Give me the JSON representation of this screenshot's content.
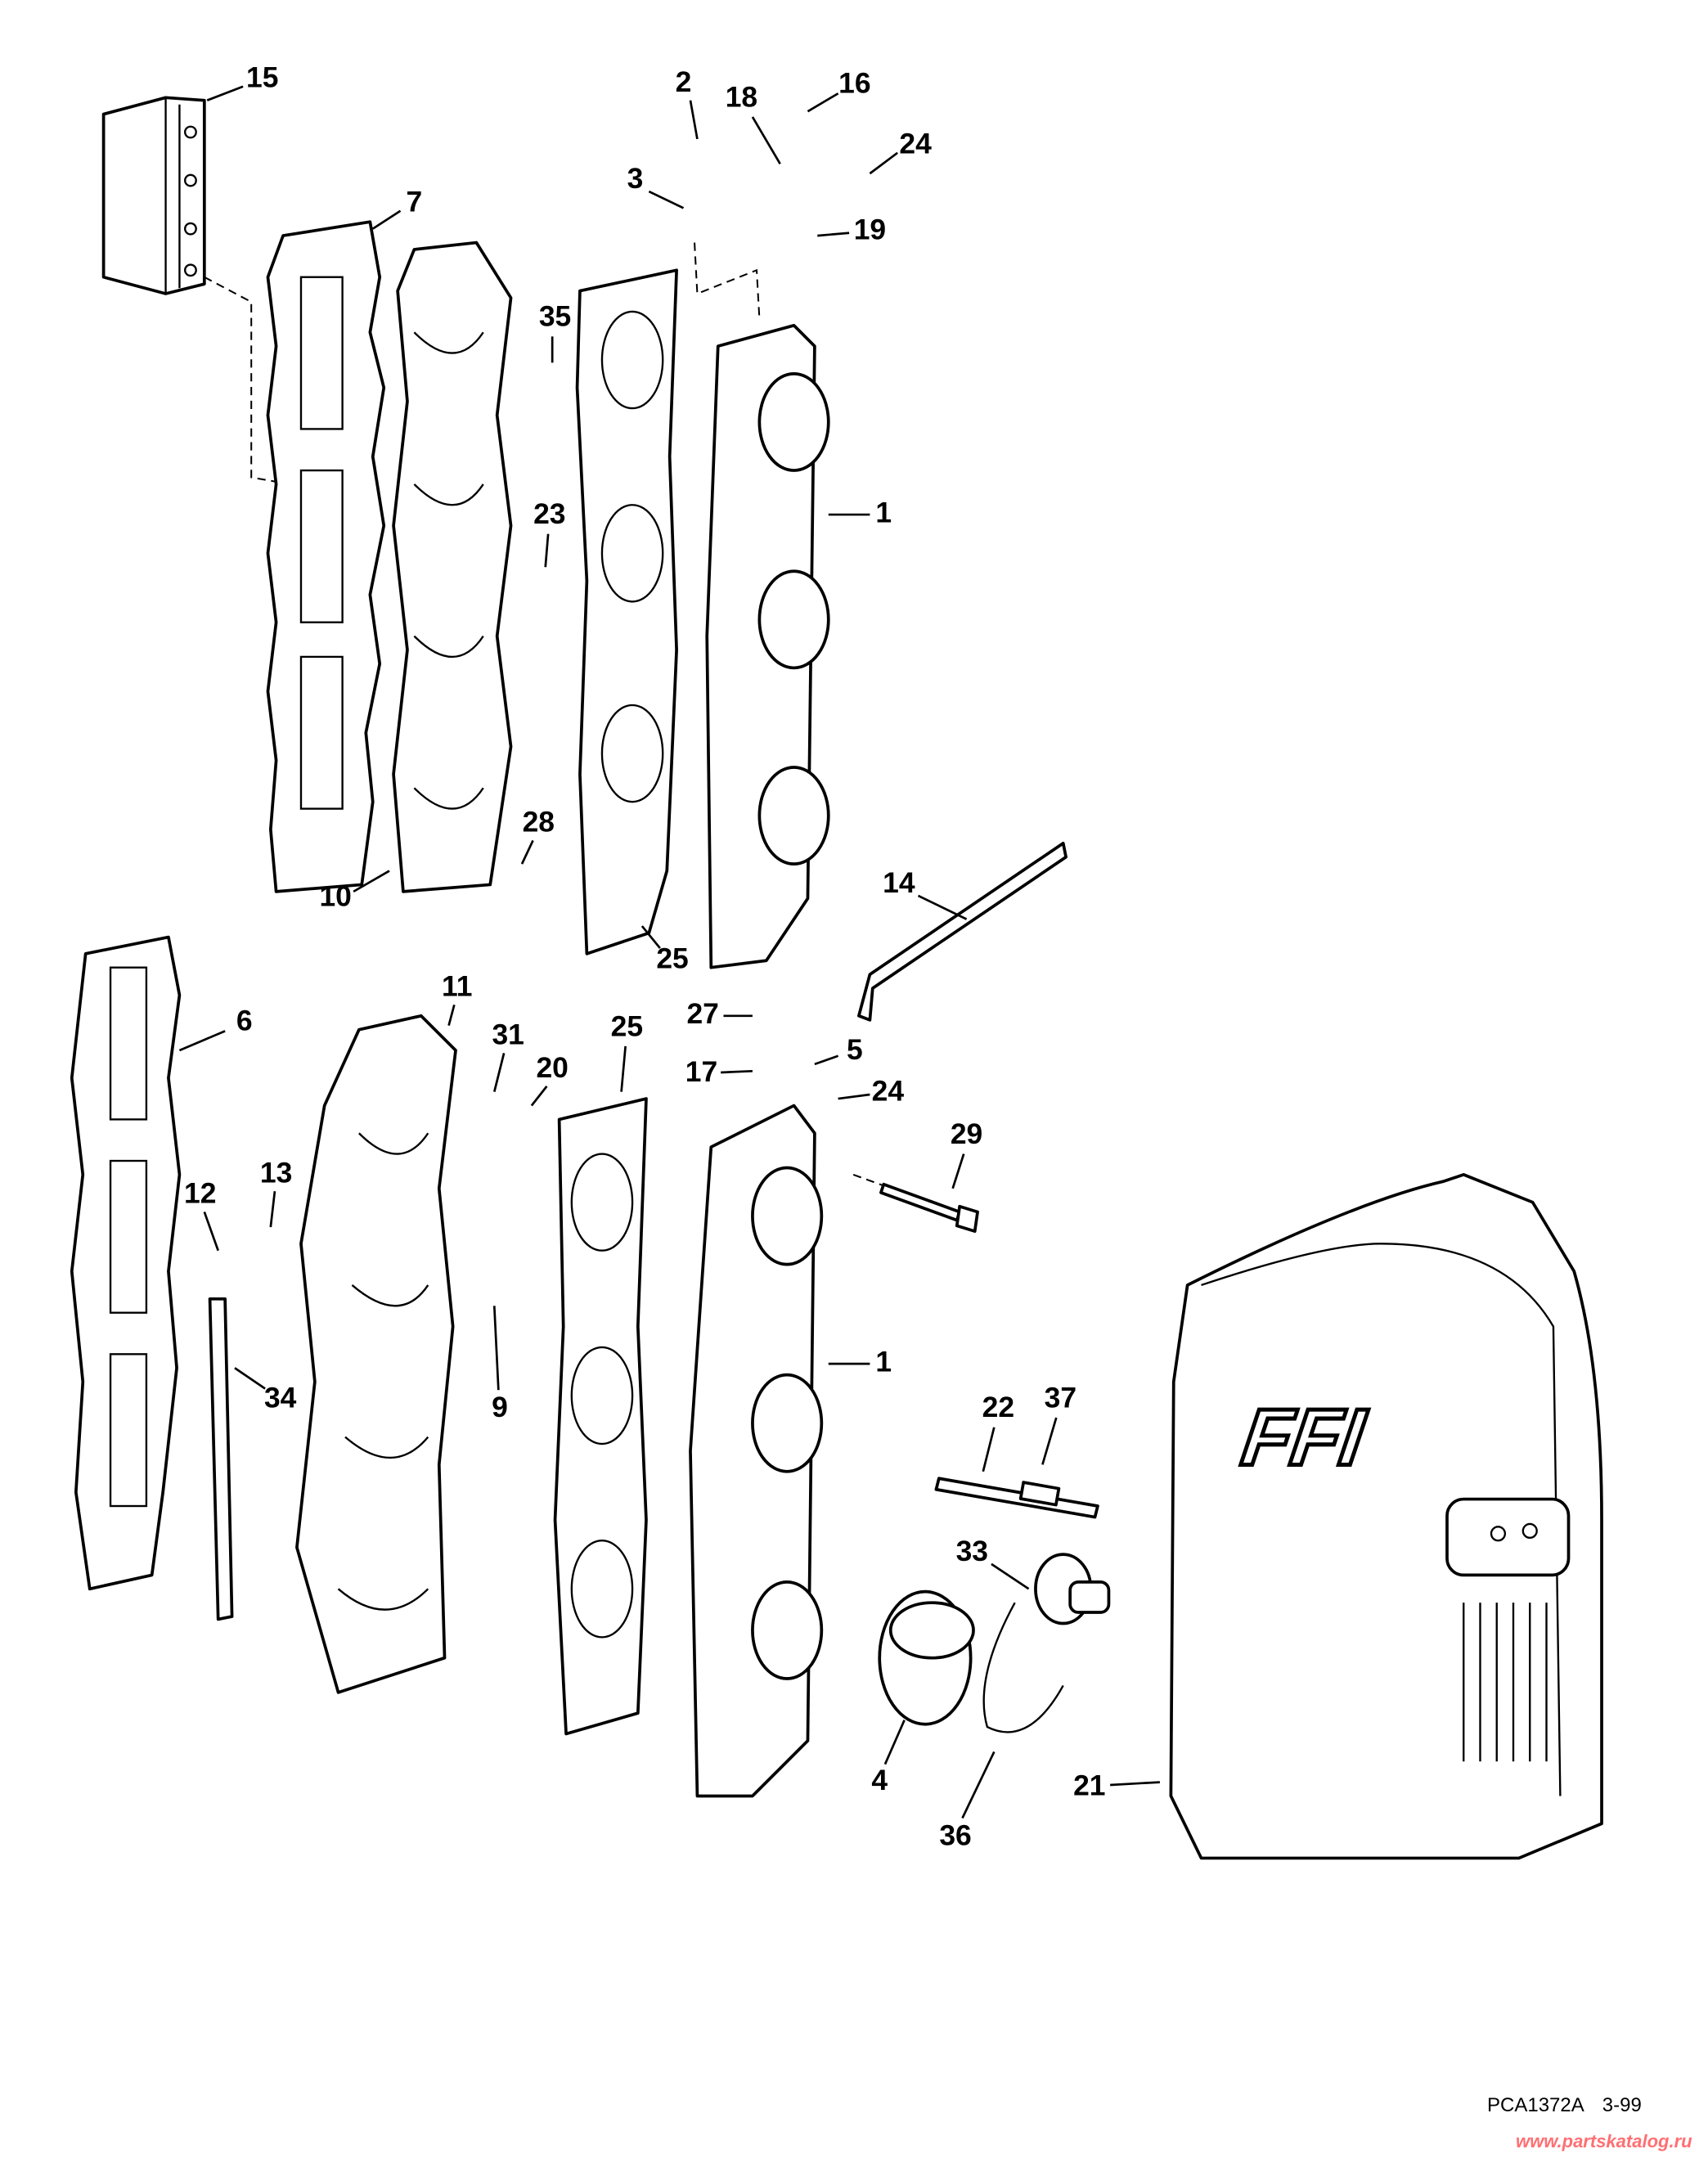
{
  "diagram": {
    "callouts": [
      "15",
      "7",
      "2",
      "18",
      "16",
      "24",
      "3",
      "19",
      "35",
      "1",
      "23",
      "28",
      "10",
      "25",
      "14",
      "27",
      "11",
      "6",
      "31",
      "20",
      "25",
      "17",
      "5",
      "24",
      "29",
      "12",
      "13",
      "34",
      "9",
      "1",
      "22",
      "37",
      "33",
      "4",
      "36",
      "21"
    ],
    "cover_logo": "FFI",
    "figure_code": "PCA1372A",
    "figure_date": "3-99",
    "watermark": "www.partskatalog.ru"
  }
}
